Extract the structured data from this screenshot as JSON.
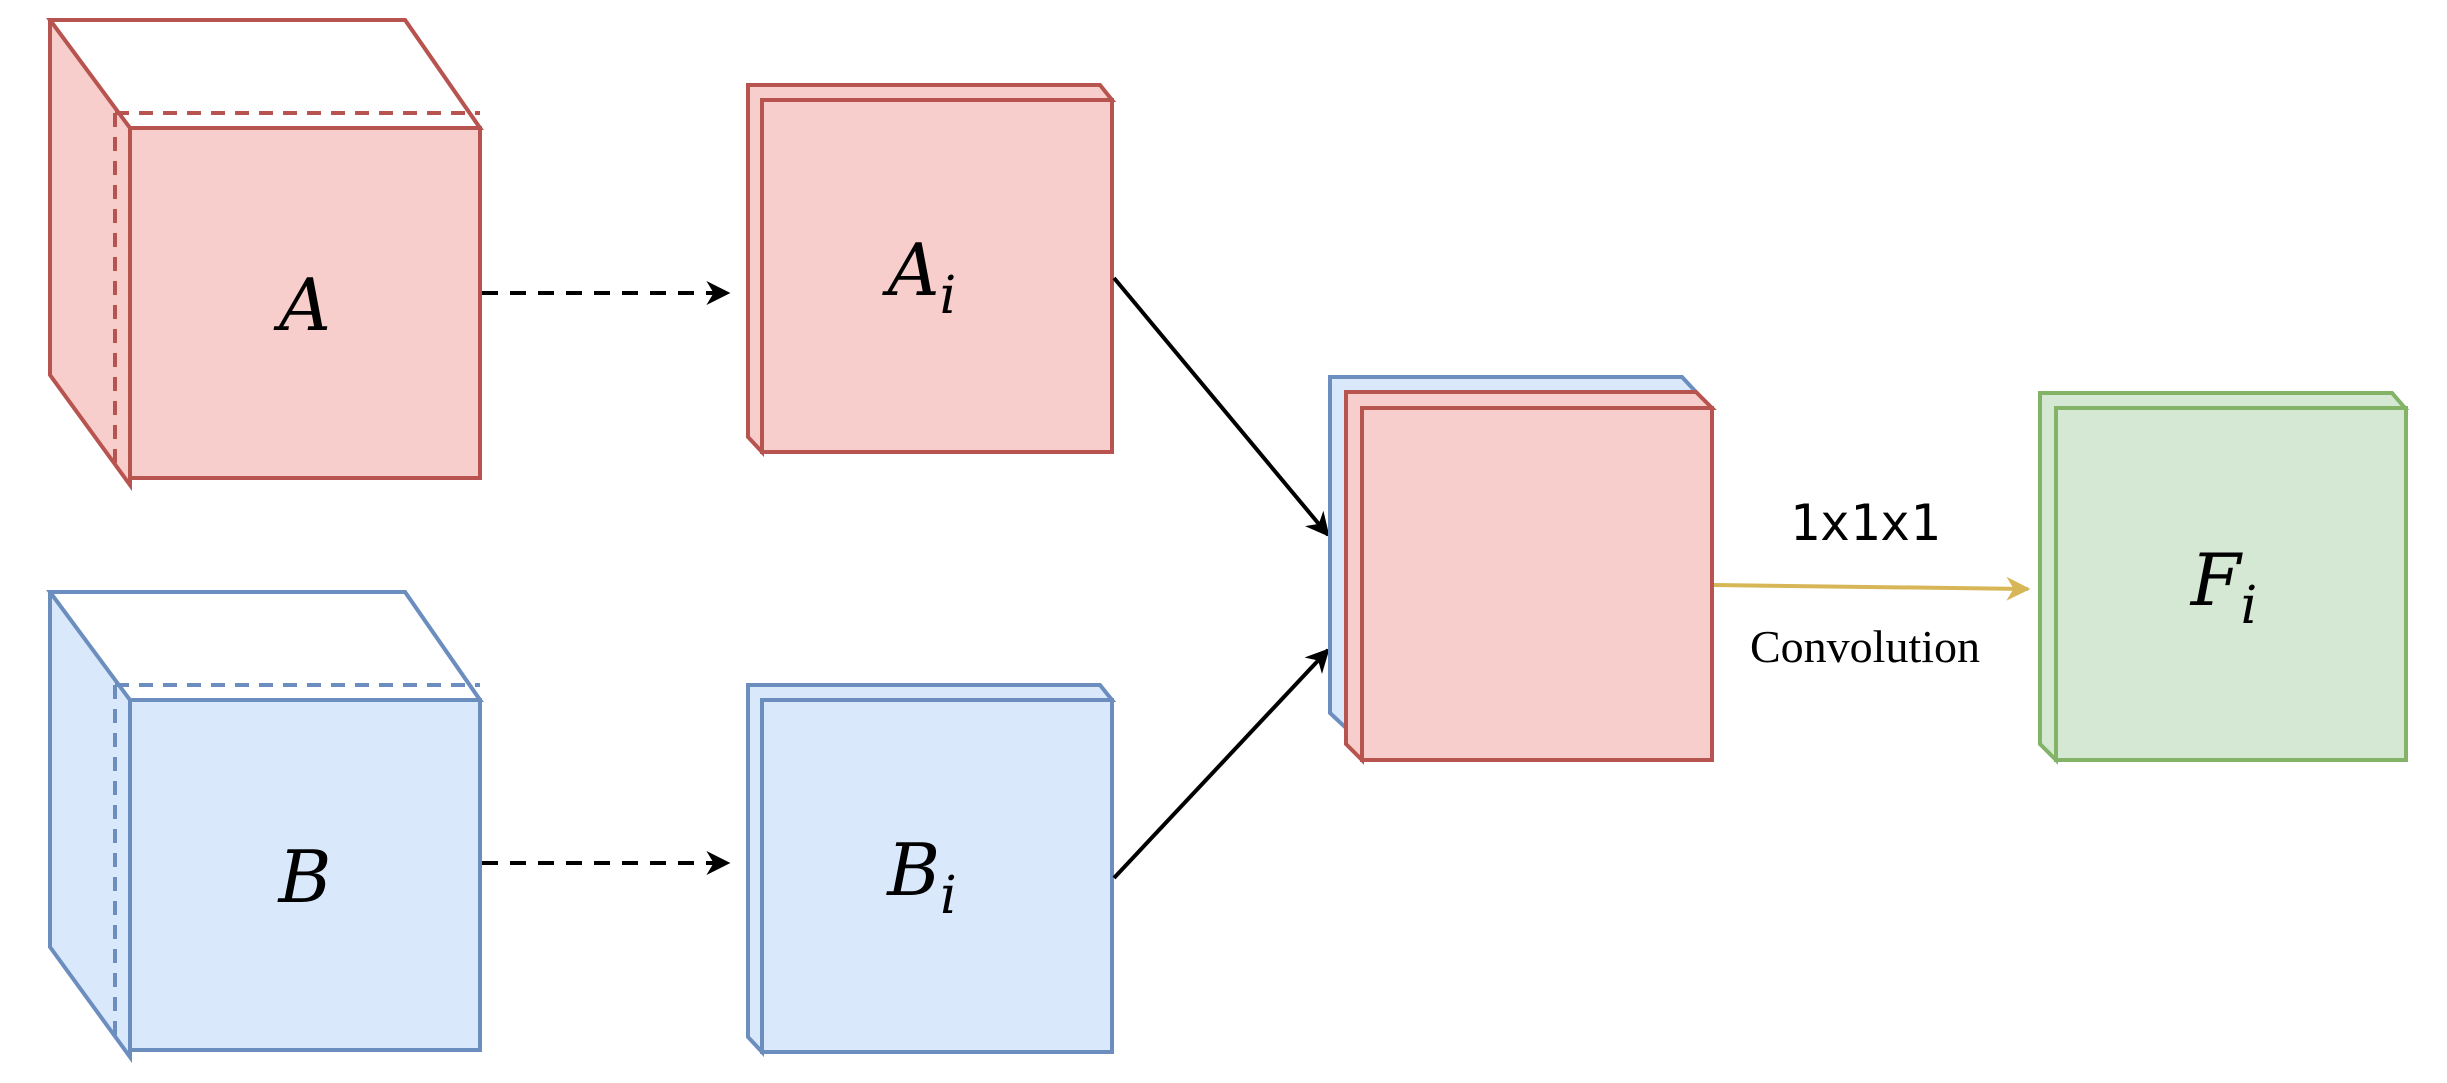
{
  "colors": {
    "red_fill": "#f8cecc",
    "red_stroke": "#b85450",
    "blue_fill": "#dae8fc",
    "blue_stroke": "#6c8ebf",
    "green_fill": "#d5e8d4",
    "green_stroke": "#82b366",
    "yellow_arrow": "#d6b656",
    "black": "#000000"
  },
  "nodes": {
    "a": {
      "label": "A"
    },
    "a_i": {
      "label": "A",
      "subscript": "i"
    },
    "b": {
      "label": "B"
    },
    "b_i": {
      "label": "B",
      "subscript": "i"
    },
    "f_i": {
      "label": "F",
      "subscript": "i"
    }
  },
  "edges": {
    "conv": {
      "kernel": "1x1x1",
      "label": "Convolution"
    }
  }
}
